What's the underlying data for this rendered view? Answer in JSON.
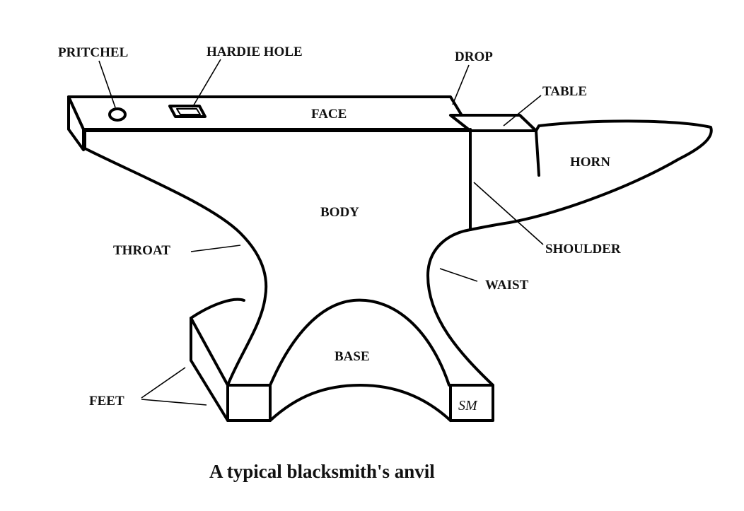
{
  "labels": {
    "pritchel": "PRITCHEL",
    "hardie_hole": "HARDIE HOLE",
    "drop": "DROP",
    "table": "TABLE",
    "face": "FACE",
    "horn": "HORN",
    "body": "BODY",
    "throat": "THROAT",
    "shoulder": "SHOULDER",
    "waist": "WAIST",
    "base": "BASE",
    "feet": "FEET",
    "maker_mark": "SM"
  },
  "caption": "A typical blacksmith's anvil"
}
